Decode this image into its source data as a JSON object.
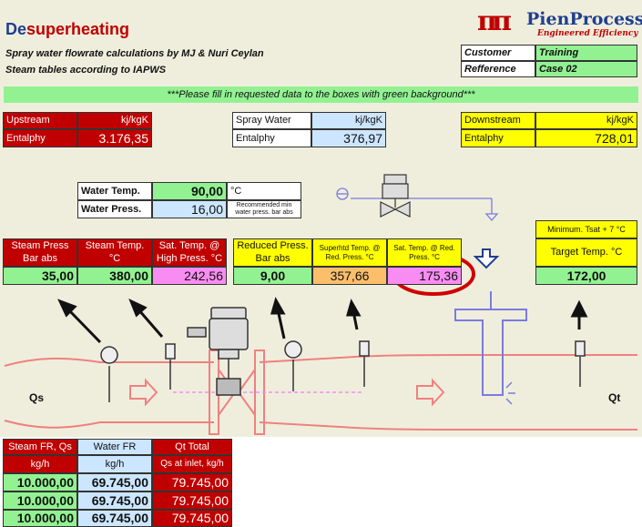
{
  "header": {
    "title_prefix": "De",
    "title_rest": "superheating",
    "subtitle1": "Spray water flowrate calculations by MJ & Nuri Ceylan",
    "subtitle2": "Steam tables according to IAPWS",
    "banner": "***Please fill in requested data to the boxes with green background***"
  },
  "logo": {
    "mark": "ππ",
    "name": "PienProcess",
    "tagline": "Engineered  Efficiency"
  },
  "info": {
    "customer_label": "Customer",
    "customer_value": "Training",
    "reference_label": "Refference",
    "reference_value": "Case 02"
  },
  "upstream": {
    "title": "Upstream",
    "unit": "kj/kgK",
    "label": "Entalphy",
    "value": "3.176,35"
  },
  "spray": {
    "title": "Spray Water",
    "unit": "kj/kgK",
    "label": "Entalphy",
    "value": "376,97"
  },
  "downstream": {
    "title": "Downstream",
    "unit": "kj/kgK",
    "label": "Entalphy",
    "value": "728,01"
  },
  "water": {
    "temp_label": "Water Temp.",
    "temp_value": "90,00",
    "temp_unit": "°C",
    "press_label": "Water Press.",
    "press_value": "16,00",
    "press_note": "Recommended min water press. bar abs"
  },
  "steam_table": {
    "h1": "Steam Press Bar abs",
    "h2": "Steam Temp. °C",
    "h3": "Sat. Temp. @ High Press. °C",
    "v1": "35,00",
    "v2": "380,00",
    "v3": "242,56"
  },
  "reduced_table": {
    "h1": "Reduced Press. Bar abs",
    "h2": "Superhtd Temp. @ Red. Press. °C",
    "h3": "Sat. Temp. @ Red. Press. °C",
    "v1": "9,00",
    "v2": "357,66",
    "v3": "175,36"
  },
  "target": {
    "note": "Minimum. Tsat + 7 °C",
    "label": "Target Temp. °C",
    "value": "172,00"
  },
  "diagram": {
    "qs_label": "Qs",
    "qt_label": "Qt"
  },
  "flow_table": {
    "headers": [
      "Steam FR, Qs",
      "Water FR",
      "Qt Total"
    ],
    "units": [
      "kg/h",
      "kg/h",
      "Qs at inlet, kg/h"
    ],
    "rows": [
      [
        "10.000,00",
        "69.745,00",
        "79.745,00"
      ],
      [
        "10.000,00",
        "69.745,00",
        "79.745,00"
      ],
      [
        "10.000,00",
        "69.745,00",
        "79.745,00"
      ]
    ]
  },
  "colors": {
    "header_red": "#c00000",
    "input_green": "#92f292",
    "light_blue": "#cce6ff",
    "yellow": "#ffff00",
    "pink": "#f88cf2",
    "orange": "#fbbf6b",
    "highlight_circle": "#d00000",
    "pipe": "#f08080"
  }
}
